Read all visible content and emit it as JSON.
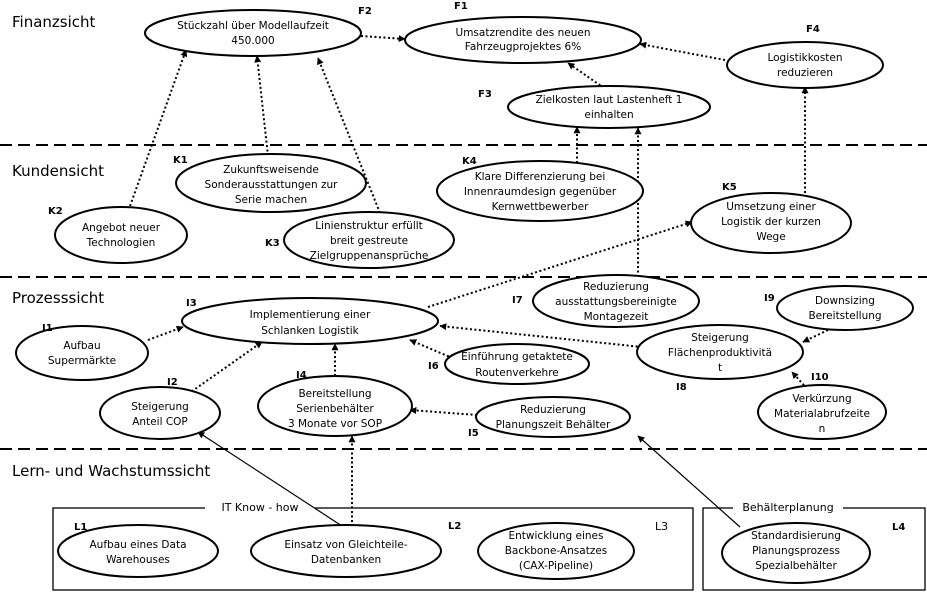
{
  "sections": {
    "finanz": "Finanzsicht",
    "kunden": "Kundensicht",
    "prozess": "Prozesssicht",
    "lern": "Lern- und Wachstumssicht"
  },
  "groups": {
    "it": "IT Know - how",
    "behaelter": "Behälterplanung"
  },
  "nodes": {
    "F1": {
      "tag": "F1",
      "lines": [
        "Umsatzrendite des neuen",
        "Fahrzeugprojektes 6%"
      ]
    },
    "F2": {
      "tag": "F2",
      "lines": [
        "Stückzahl über Modellaufzeit",
        "450.000"
      ]
    },
    "F3": {
      "tag": "F3",
      "lines": [
        "Zielkosten laut Lastenheft 1",
        "einhalten"
      ]
    },
    "F4": {
      "tag": "F4",
      "lines": [
        "Logistikkosten",
        "reduzieren"
      ]
    },
    "K1": {
      "tag": "K1",
      "lines": [
        "Zukunftsweisende",
        "Sonderausstattungen zur",
        "Serie machen"
      ]
    },
    "K2": {
      "tag": "K2",
      "lines": [
        "Angebot neuer",
        "Technologien"
      ]
    },
    "K3": {
      "tag": "K3",
      "lines": [
        "Linienstruktur erfüllt",
        "breit gestreute",
        "Zielgruppenansprüche"
      ]
    },
    "K4": {
      "tag": "K4",
      "lines": [
        "Klare Differenzierung bei",
        "Innenraumdesign gegenüber",
        "Kernwettbewerber"
      ]
    },
    "K5": {
      "tag": "K5",
      "lines": [
        "Umsetzung einer",
        "Logistik der kurzen",
        "Wege"
      ]
    },
    "I1": {
      "tag": "I1",
      "lines": [
        "Aufbau",
        "Supermärkte"
      ]
    },
    "I2": {
      "tag": "I2",
      "lines": [
        "Steigerung",
        "Anteil COP"
      ]
    },
    "I3": {
      "tag": "I3",
      "lines": [
        "Implementierung einer",
        "Schlanken Logistik"
      ]
    },
    "I4": {
      "tag": "I4",
      "lines": [
        "Bereitstellung",
        "Serienbehälter",
        "3 Monate vor SOP"
      ]
    },
    "I5": {
      "tag": "I5",
      "lines": [
        "Reduzierung",
        "Planungszeit Behälter"
      ]
    },
    "I6": {
      "tag": "I6",
      "lines": [
        "Einführung getaktete",
        "Routenverkehre"
      ]
    },
    "I7": {
      "tag": "I7",
      "lines": [
        "Reduzierung",
        "ausstattungsbereinigte",
        "Montagezeit"
      ]
    },
    "I8": {
      "tag": "I8",
      "lines": [
        "Steigerung",
        "Flächenproduktivitä",
        "t"
      ]
    },
    "I9": {
      "tag": "I9",
      "lines": [
        "Downsizing",
        "Bereitstellung"
      ]
    },
    "I10": {
      "tag": "I10",
      "lines": [
        "Verkürzung",
        "Materialabrufzeite",
        "n"
      ]
    },
    "L1": {
      "tag": "L1",
      "lines": [
        "Aufbau eines Data",
        "Warehouses"
      ]
    },
    "L2": {
      "tag": "L2",
      "lines": [
        "Einsatz von Gleichteile-",
        "Datenbanken"
      ]
    },
    "L3": {
      "tag": "L3",
      "lines": [
        "Entwicklung eines",
        "Backbone-Ansatzes",
        "(CAX-Pipeline)"
      ]
    },
    "L4": {
      "tag": "L4",
      "lines": [
        "Standardisierung",
        "Planungsprozess",
        "Spezialbehälter"
      ]
    }
  }
}
